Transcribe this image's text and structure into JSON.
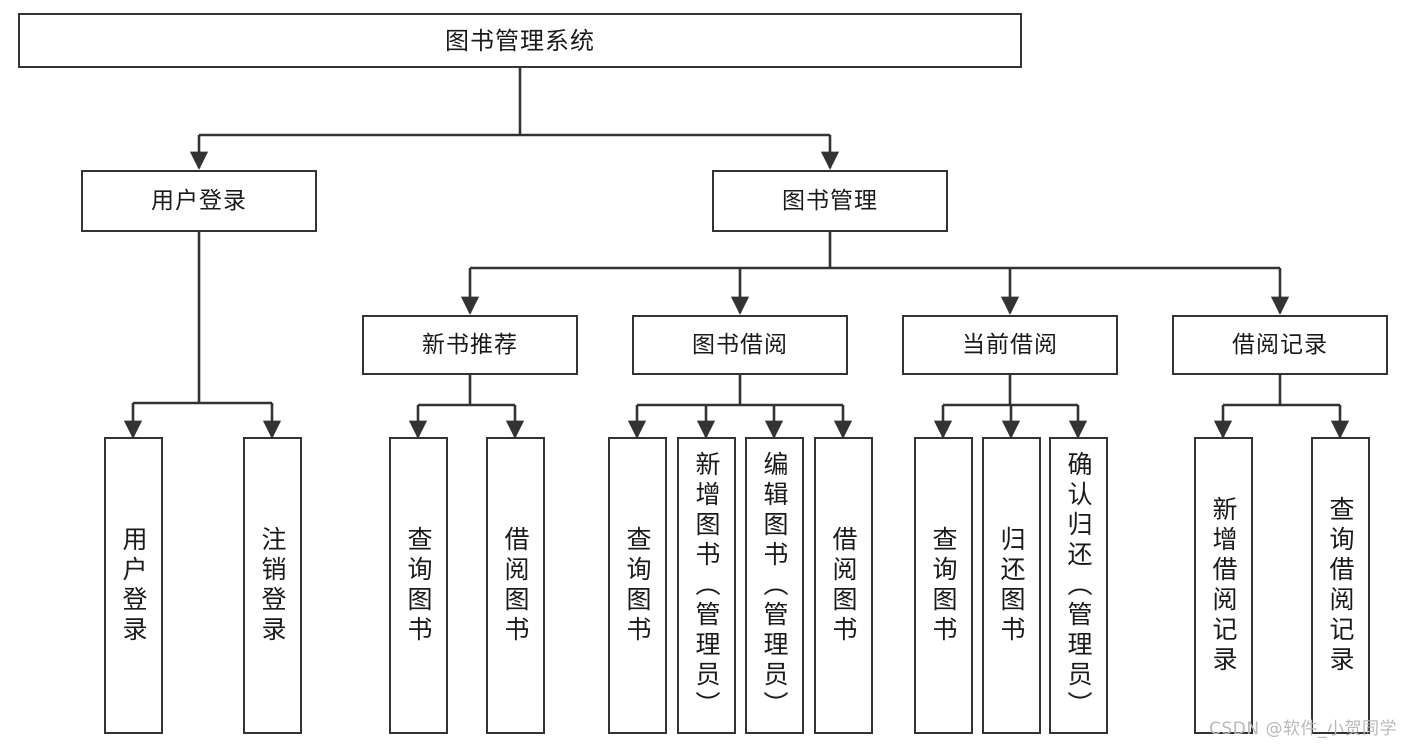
{
  "diagram": {
    "title": "图书管理系统",
    "type": "tree-hierarchy-chart",
    "watermark": "CSDN @软件_小贺同学",
    "colors": {
      "box_border": "#333333",
      "box_fill": "#ffffff",
      "connector": "#333333",
      "text": "#1a1a1a",
      "watermark": "#b9b9b9"
    }
  },
  "nodes": {
    "root": {
      "label": "图书管理系统"
    },
    "level2": [
      {
        "id": "user-login",
        "label": "用户登录"
      },
      {
        "id": "book-manage",
        "label": "图书管理"
      }
    ],
    "level3": [
      {
        "id": "new-book-recommend",
        "label": "新书推荐"
      },
      {
        "id": "book-borrow",
        "label": "图书借阅"
      },
      {
        "id": "current-borrow",
        "label": "当前借阅"
      },
      {
        "id": "borrow-record",
        "label": "借阅记录"
      }
    ],
    "leaves": {
      "user_login": [
        {
          "id": "leaf-user-login",
          "label": "用户登录"
        },
        {
          "id": "leaf-logout-login",
          "label": "注销登录"
        }
      ],
      "new_book_recommend": [
        {
          "id": "leaf-query-book-1",
          "label": "查询图书"
        },
        {
          "id": "leaf-borrow-book-1",
          "label": "借阅图书"
        }
      ],
      "book_borrow": [
        {
          "id": "leaf-query-book-2",
          "label": "查询图书"
        },
        {
          "id": "leaf-add-book",
          "label": "新增图书（管理员）"
        },
        {
          "id": "leaf-edit-book",
          "label": "编辑图书（管理员）"
        },
        {
          "id": "leaf-borrow-book-2",
          "label": "借阅图书"
        }
      ],
      "current_borrow": [
        {
          "id": "leaf-query-book-3",
          "label": "查询图书"
        },
        {
          "id": "leaf-return-book",
          "label": "归还图书"
        },
        {
          "id": "leaf-confirm-return",
          "label": "确认归还（管理员）"
        }
      ],
      "borrow_record": [
        {
          "id": "leaf-add-record",
          "label": "新增借阅记录"
        },
        {
          "id": "leaf-query-record",
          "label": "查询借阅记录"
        }
      ]
    }
  }
}
